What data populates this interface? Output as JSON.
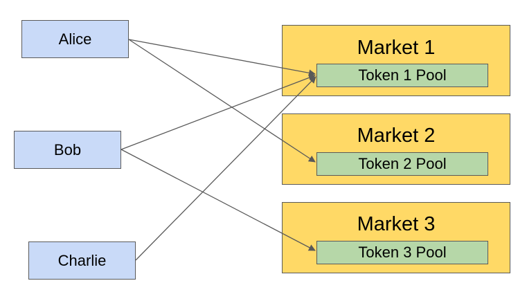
{
  "users": [
    {
      "id": "alice",
      "label": "Alice"
    },
    {
      "id": "bob",
      "label": "Bob"
    },
    {
      "id": "charlie",
      "label": "Charlie"
    }
  ],
  "markets": [
    {
      "id": "market-1",
      "title": "Market 1",
      "pool": "Token 1 Pool"
    },
    {
      "id": "market-2",
      "title": "Market 2",
      "pool": "Token 2 Pool"
    },
    {
      "id": "market-3",
      "title": "Market 3",
      "pool": "Token 3 Pool"
    }
  ],
  "connections": [
    {
      "from": "alice",
      "to": "market-1"
    },
    {
      "from": "alice",
      "to": "market-2"
    },
    {
      "from": "bob",
      "to": "market-1"
    },
    {
      "from": "bob",
      "to": "market-3"
    },
    {
      "from": "charlie",
      "to": "market-1"
    }
  ],
  "colors": {
    "user_fill": "#c9daf8",
    "market_fill": "#ffd966",
    "pool_fill": "#b6d7a8",
    "stroke": "#595959"
  }
}
